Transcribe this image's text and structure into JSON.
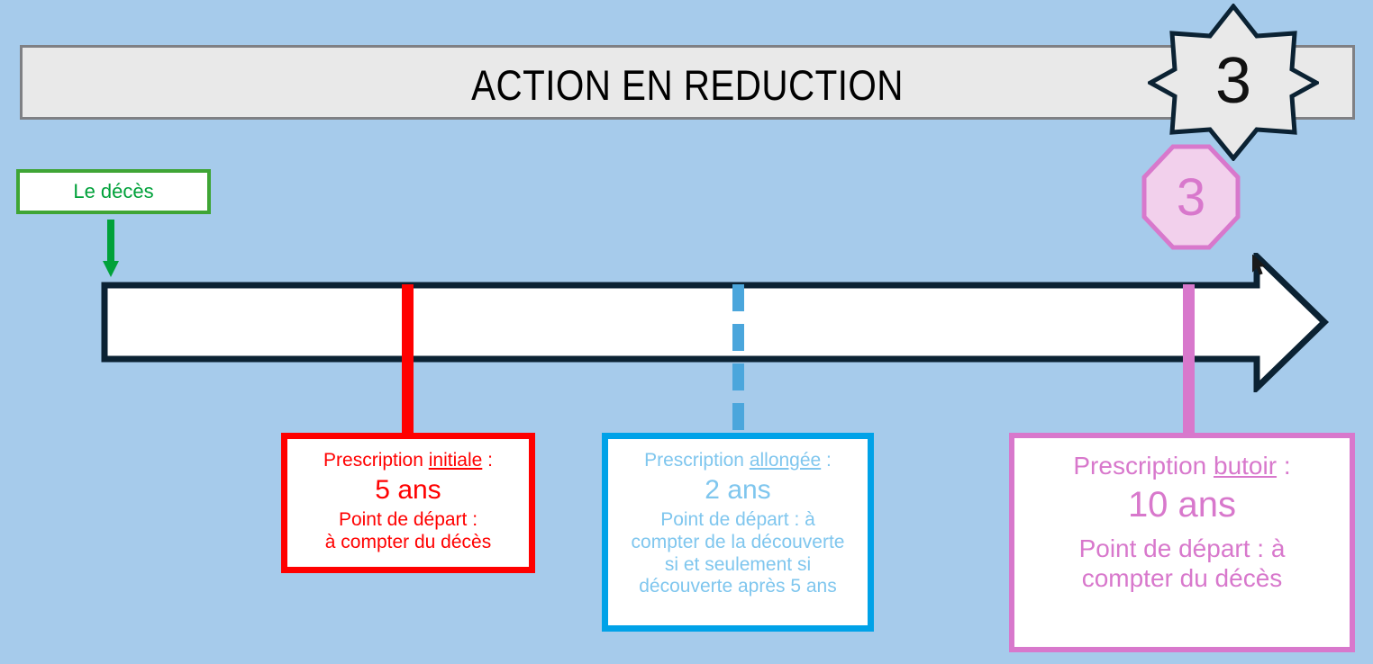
{
  "page": {
    "background_color": "#A6CBEB",
    "title": "ACTION EN REDUCTION"
  },
  "badges": {
    "star": {
      "number": "3",
      "fill": "#E9E9E9",
      "stroke": "#0B2233"
    },
    "octagon": {
      "number": "3",
      "fill": "#F2D0EC",
      "stroke": "#D878CC"
    }
  },
  "start_marker": {
    "label": "Le décès",
    "border_color": "#3FA535",
    "text_color": "#00A13A",
    "arrow_color": "#00A13A"
  },
  "timeline": {
    "outline_color": "#0B2233",
    "fill_color": "#FFFFFF",
    "markers": [
      {
        "name": "initiale",
        "color": "#FF0000",
        "style": "solid"
      },
      {
        "name": "allongee",
        "color": "#4BA6DC",
        "style": "dashed"
      },
      {
        "name": "butoir",
        "color": "#D878CC",
        "style": "solid"
      }
    ]
  },
  "boxes": [
    {
      "id": "initiale",
      "title_prefix": "Prescription ",
      "title_underlined": "initiale",
      "title_suffix": " :",
      "years": "5 ans",
      "body_lines": [
        "Point de départ :",
        "à compter du décès"
      ],
      "color": "#FF0000",
      "border_color": "#FF0000"
    },
    {
      "id": "allongee",
      "title_prefix": "Prescription ",
      "title_underlined": "allongée",
      "title_suffix": " :",
      "years": "2 ans",
      "body_lines": [
        "Point de départ : à",
        "compter de la découverte",
        "si et seulement si",
        "découverte après 5 ans"
      ],
      "color": "#7FC6EE",
      "border_color": "#00A2E8"
    },
    {
      "id": "butoir",
      "title_prefix": "Prescription ",
      "title_underlined": "butoir",
      "title_suffix": " :",
      "years": "10 ans",
      "body_lines": [
        "Point de départ : à",
        "compter du décès"
      ],
      "color": "#D878CC",
      "border_color": "#D878CC"
    }
  ]
}
